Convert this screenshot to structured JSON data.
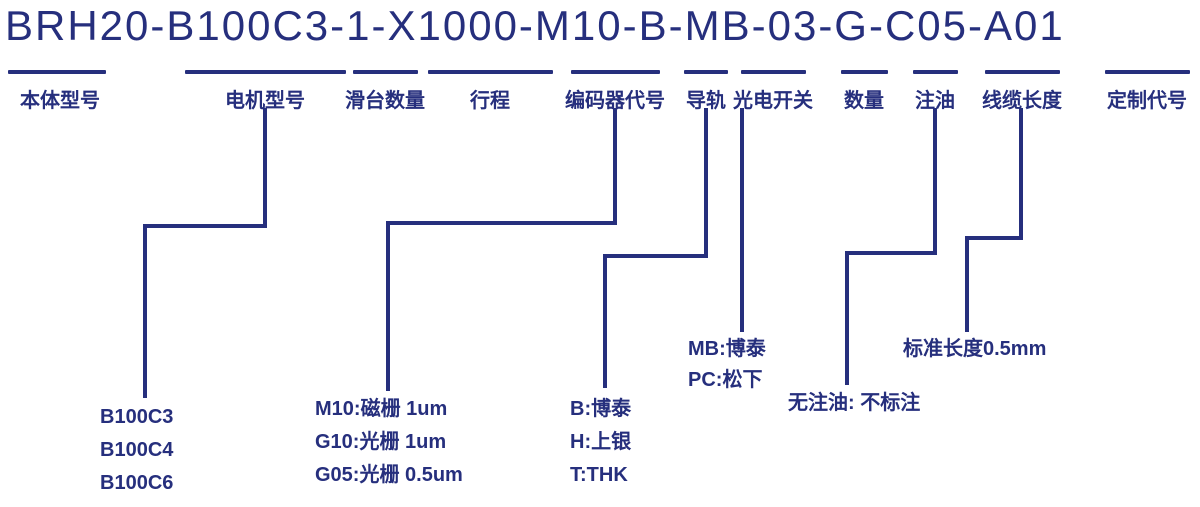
{
  "title": "BRH20-B100C3-1-X1000-M10-B-MB-03-G-C05-A01",
  "colors": {
    "ink": "#262f7d",
    "background": "#ffffff"
  },
  "segments": [
    {
      "id": "body-model",
      "label": "本体型号"
    },
    {
      "id": "motor-model",
      "label": "电机型号",
      "options": [
        "B100C3",
        "B100C4",
        "B100C6"
      ]
    },
    {
      "id": "slide-count",
      "label": "滑台数量"
    },
    {
      "id": "stroke",
      "label": "行程"
    },
    {
      "id": "encoder-code",
      "label": "编码器代号",
      "options": [
        "M10:磁栅 1um",
        "G10:光栅  1um",
        "G05:光栅 0.5um"
      ]
    },
    {
      "id": "guide-rail",
      "label": "导轨",
      "options": [
        "B:博泰",
        "H:上银",
        "T:THK"
      ]
    },
    {
      "id": "photo-switch",
      "label": "光电开关",
      "options": [
        "MB:博泰",
        "PC:松下"
      ]
    },
    {
      "id": "quantity",
      "label": "数量"
    },
    {
      "id": "oil",
      "label": "注油",
      "options": [
        "无注油: 不标注"
      ]
    },
    {
      "id": "cable-length",
      "label": "线缆长度",
      "options": [
        "标准长度0.5mm"
      ]
    },
    {
      "id": "custom-code",
      "label": "定制代号"
    }
  ]
}
